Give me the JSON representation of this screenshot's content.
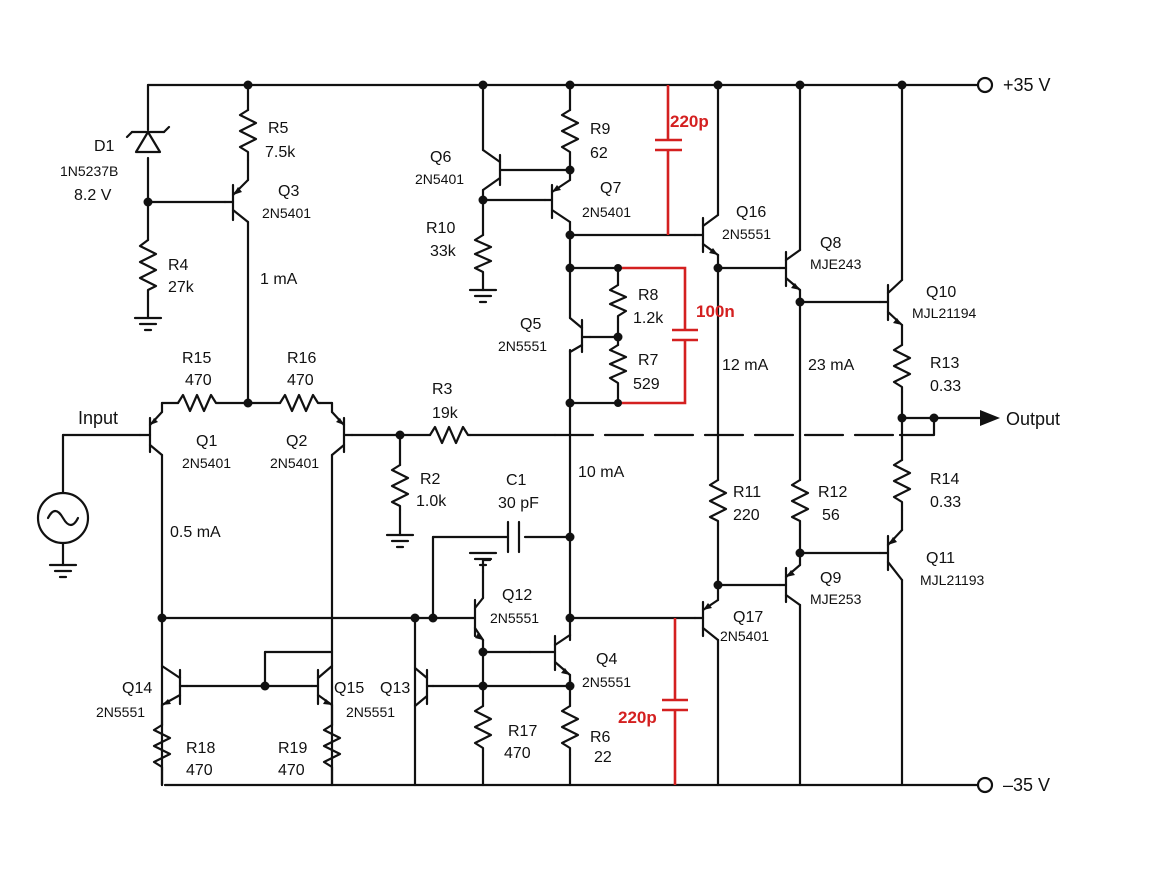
{
  "rails": {
    "positive": "+35 V",
    "negative": "–35 V"
  },
  "io": {
    "input": "Input",
    "output": "Output"
  },
  "diode": {
    "ref": "D1",
    "part": "1N5237B",
    "voltage": "8.2 V"
  },
  "resistors": {
    "R1_not_shown": null,
    "R2": {
      "ref": "R2",
      "value": "1.0k"
    },
    "R3": {
      "ref": "R3",
      "value": "19k"
    },
    "R4": {
      "ref": "R4",
      "value": "27k"
    },
    "R5": {
      "ref": "R5",
      "value": "7.5k"
    },
    "R6": {
      "ref": "R6",
      "value": "22"
    },
    "R7": {
      "ref": "R7",
      "value": "529"
    },
    "R8": {
      "ref": "R8",
      "value": "1.2k"
    },
    "R9": {
      "ref": "R9",
      "value": "62"
    },
    "R10": {
      "ref": "R10",
      "value": "33k"
    },
    "R11": {
      "ref": "R11",
      "value": "220"
    },
    "R12": {
      "ref": "R12",
      "value": "56"
    },
    "R13": {
      "ref": "R13",
      "value": "0.33"
    },
    "R14": {
      "ref": "R14",
      "value": "0.33"
    },
    "R15": {
      "ref": "R15",
      "value": "470"
    },
    "R16": {
      "ref": "R16",
      "value": "470"
    },
    "R17": {
      "ref": "R17",
      "value": "470"
    },
    "R18": {
      "ref": "R18",
      "value": "470"
    },
    "R19": {
      "ref": "R19",
      "value": "470"
    }
  },
  "capacitors": {
    "C1": {
      "ref": "C1",
      "value": "30 pF"
    },
    "added_top": "220p",
    "added_bias": "100n",
    "added_bottom": "220p"
  },
  "transistors": {
    "Q1": {
      "ref": "Q1",
      "part": "2N5401"
    },
    "Q2": {
      "ref": "Q2",
      "part": "2N5401"
    },
    "Q3": {
      "ref": "Q3",
      "part": "2N5401"
    },
    "Q4": {
      "ref": "Q4",
      "part": "2N5551"
    },
    "Q5": {
      "ref": "Q5",
      "part": "2N5551"
    },
    "Q6": {
      "ref": "Q6",
      "part": "2N5401"
    },
    "Q7": {
      "ref": "Q7",
      "part": "2N5401"
    },
    "Q8": {
      "ref": "Q8",
      "part": "MJE243"
    },
    "Q9": {
      "ref": "Q9",
      "part": "MJE253"
    },
    "Q10": {
      "ref": "Q10",
      "part": "MJL21194"
    },
    "Q11": {
      "ref": "Q11",
      "part": "MJL21193"
    },
    "Q12": {
      "ref": "Q12",
      "part": "2N5551"
    },
    "Q13": {
      "ref": "Q13",
      "part": ""
    },
    "Q14": {
      "ref": "Q14",
      "part": "2N5551"
    },
    "Q15": {
      "ref": "Q15",
      "part": "2N5551"
    },
    "Q16": {
      "ref": "Q16",
      "part": "2N5551"
    },
    "Q17": {
      "ref": "Q17",
      "part": "2N5401"
    }
  },
  "currents": {
    "q3": "1 mA",
    "tail": "0.5 mA",
    "vas": "10 mA",
    "driver": "12 mA",
    "predriver": "23 mA"
  },
  "colors": {
    "wire": "#111111",
    "modification": "#d42020"
  }
}
